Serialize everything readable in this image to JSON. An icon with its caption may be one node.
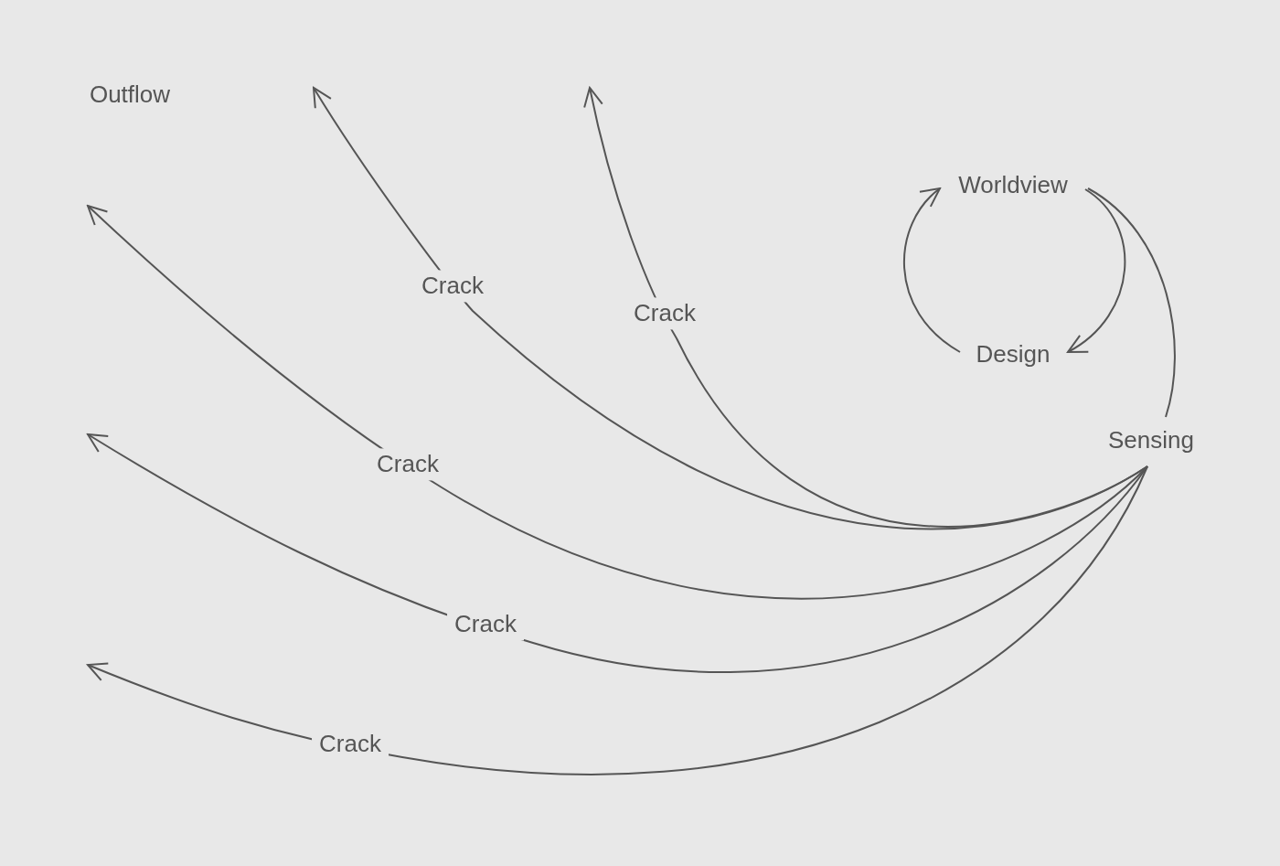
{
  "diagram": {
    "nodes": [
      {
        "text": [
          "Worldview"
        ]
      },
      {
        "text": [
          "Design"
        ]
      },
      {
        "text": [
          "Sensing"
        ]
      }
    ],
    "edges": [
      {
        "from": 0,
        "to": 1,
        "arrow": "to"
      },
      {
        "from": 1,
        "to": 0,
        "arrow": "to"
      },
      {
        "from": 0,
        "to": 2,
        "arrow": "none"
      },
      {
        "from": 2,
        "to": null,
        "arrow": "to",
        "label": "Crack"
      },
      {
        "from": 2,
        "to": null,
        "arrow": "to",
        "label": "Crack"
      },
      {
        "from": 2,
        "to": null,
        "arrow": "to",
        "label": "Crack"
      },
      {
        "from": 2,
        "to": null,
        "arrow": "to",
        "label": "Crack"
      },
      {
        "from": 2,
        "to": null,
        "arrow": "to",
        "label": "Crack"
      }
    ],
    "labels": [
      "Outflow"
    ]
  }
}
